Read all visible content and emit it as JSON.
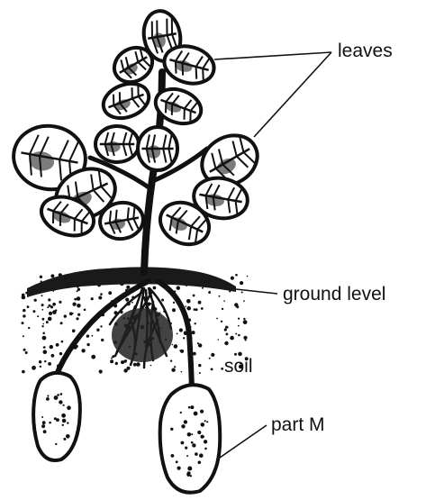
{
  "labels": {
    "leaves": "leaves",
    "ground_level": "ground level",
    "soil": "soil",
    "part_m": "part M"
  },
  "colors": {
    "ink": "#111111",
    "leaf_fill": "#ffffff",
    "background": "#ffffff"
  }
}
